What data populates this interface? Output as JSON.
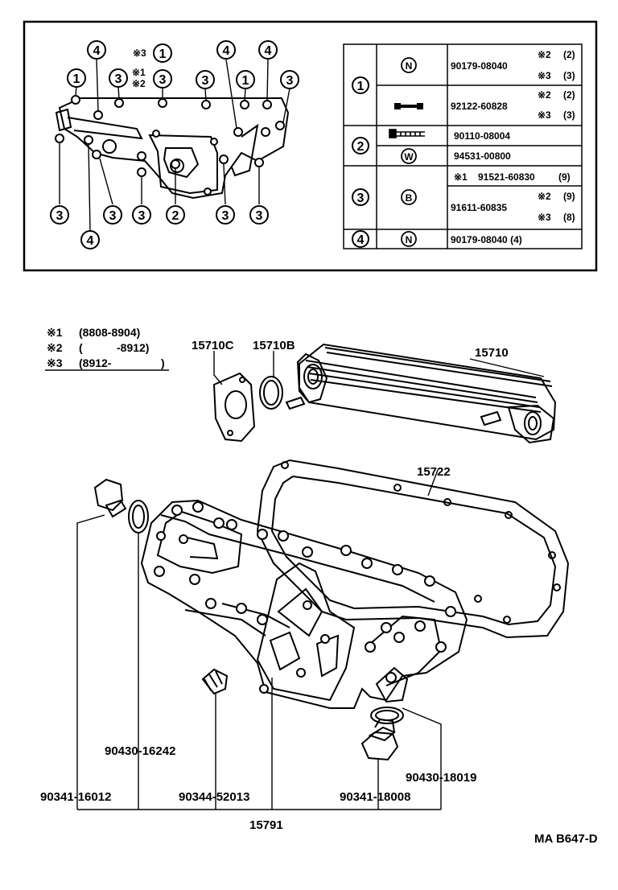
{
  "notes": {
    "n1_mark": "※1",
    "n1_range": "(8808-8904)",
    "n2_mark": "※2",
    "n2_open": "(",
    "n2_range": "-8912)",
    "n3_mark": "※3",
    "n3_range": "(8912-",
    "n3_close": ")"
  },
  "inset": {
    "callouts": {
      "c1": "1",
      "c2": "2",
      "c3": "3",
      "c4": "4",
      "m3": "※3",
      "m1": "※1",
      "m2": "※2"
    },
    "table": {
      "rows": {
        "r1": {
          "key": "1",
          "sym_a": "N",
          "sym_c": "W",
          "sym_b": "B",
          "p1": "90179-08040",
          "p1_m2": "※2",
          "p1_q2": "(2)",
          "p1_m3": "※3",
          "p1_q3": "(3)",
          "p2": "92122-60828",
          "p2_m2": "※2",
          "p2_q2": "(2)",
          "p2_m3": "※3",
          "p2_q3": "(3)"
        },
        "r2": {
          "key": "2",
          "p1": "90110-08004",
          "p2": "94531-00800"
        },
        "r3": {
          "key": "3",
          "m1": "※1",
          "p1": "91521-60830",
          "q1": "(9)",
          "p2": "91611-60835",
          "m2": "※2",
          "q2": "(9)",
          "m3": "※3",
          "q3": "(8)"
        },
        "r4": {
          "key": "4",
          "p1": "90179-08040 (4)"
        }
      }
    }
  },
  "labels": {
    "p15710C": "15710C",
    "p15710B": "15710B",
    "p15710": "15710",
    "p15722": "15722",
    "p90430_16242": "90430-16242",
    "p90341_16012": "90341-16012",
    "p90344_52013": "90344-52013",
    "p90341_18008": "90341-18008",
    "p90430_18019": "90430-18019",
    "p15791": "15791",
    "footer": "MA B647-D"
  }
}
